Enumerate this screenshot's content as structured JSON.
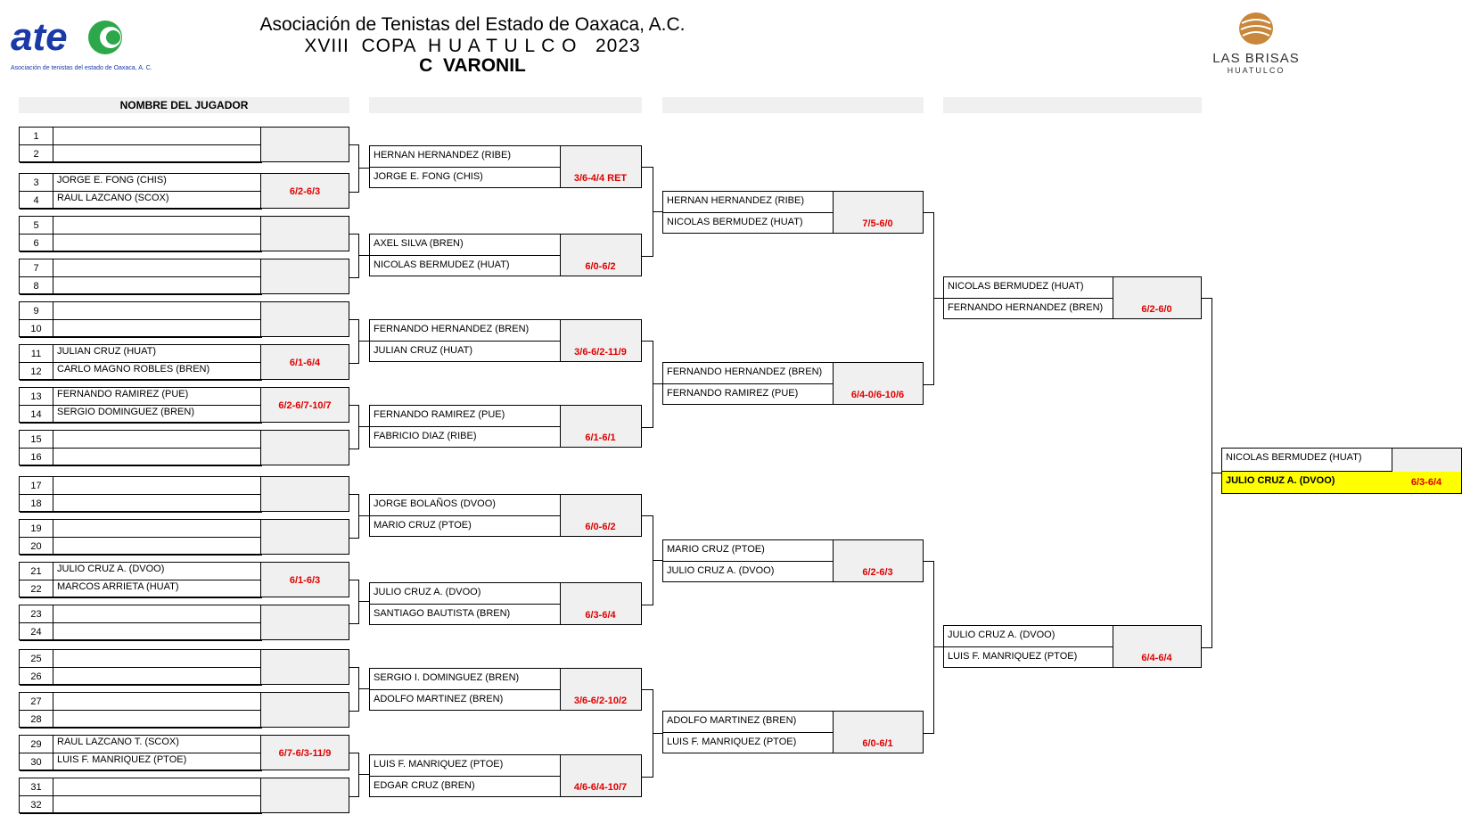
{
  "header": {
    "association": "Asociación de Tenistas del Estado de Oaxaca, A.C.",
    "tournament": "XVIII  COPA  H U A T U L C O   2023",
    "category": "C  VARONIL",
    "column_header": "NOMBRE DEL JUGADOR"
  },
  "logos": {
    "atec_text": "atec",
    "atec_sub": "Asociación de tenistas del estado de Oaxaca, A. C.",
    "brisas_text": "LAS BRISAS",
    "brisas_sub": "HUATULCO"
  },
  "round1": [
    {
      "slots": [
        "1",
        "2"
      ],
      "players": [
        "",
        ""
      ],
      "score": ""
    },
    {
      "slots": [
        "3",
        "4"
      ],
      "players": [
        "JORGE E. FONG (CHIS)",
        "RAUL LAZCANO  (SCOX)"
      ],
      "score": "6/2-6/3"
    },
    {
      "slots": [
        "5",
        "6"
      ],
      "players": [
        "",
        ""
      ],
      "score": ""
    },
    {
      "slots": [
        "7",
        "8"
      ],
      "players": [
        "",
        ""
      ],
      "score": ""
    },
    {
      "slots": [
        "9",
        "10"
      ],
      "players": [
        "",
        ""
      ],
      "score": ""
    },
    {
      "slots": [
        "11",
        "12"
      ],
      "players": [
        "JULIAN CRUZ (HUAT)",
        "CARLO MAGNO ROBLES (BREN)"
      ],
      "score": "6/1-6/4"
    },
    {
      "slots": [
        "13",
        "14"
      ],
      "players": [
        "FERNANDO RAMIREZ (PUE)",
        "SERGIO DOMINGUEZ (BREN)"
      ],
      "score": "6/2-6/7-10/7"
    },
    {
      "slots": [
        "15",
        "16"
      ],
      "players": [
        "",
        ""
      ],
      "score": ""
    },
    {
      "slots": [
        "17",
        "18"
      ],
      "players": [
        "",
        ""
      ],
      "score": ""
    },
    {
      "slots": [
        "19",
        "20"
      ],
      "players": [
        "",
        ""
      ],
      "score": ""
    },
    {
      "slots": [
        "21",
        "22"
      ],
      "players": [
        "JULIO CRUZ A. (DVOO)",
        "MARCOS ARRIETA (HUAT)"
      ],
      "score": "6/1-6/3"
    },
    {
      "slots": [
        "23",
        "24"
      ],
      "players": [
        "",
        ""
      ],
      "score": ""
    },
    {
      "slots": [
        "25",
        "26"
      ],
      "players": [
        "",
        ""
      ],
      "score": ""
    },
    {
      "slots": [
        "27",
        "28"
      ],
      "players": [
        "",
        ""
      ],
      "score": ""
    },
    {
      "slots": [
        "29",
        "30"
      ],
      "players": [
        "RAUL LAZCANO T. (SCOX)",
        "LUIS F. MANRIQUEZ (PTOE)"
      ],
      "score": "6/7-6/3-11/9"
    },
    {
      "slots": [
        "31",
        "32"
      ],
      "players": [
        "",
        ""
      ],
      "score": ""
    }
  ],
  "round2": [
    {
      "players": [
        "HERNAN HERNANDEZ (RIBE)",
        "JORGE E. FONG (CHIS)"
      ],
      "score": "3/6-4/4 RET"
    },
    {
      "players": [
        "AXEL SILVA (BREN)",
        "NICOLAS BERMUDEZ (HUAT)"
      ],
      "score": "6/0-6/2"
    },
    {
      "players": [
        "FERNANDO HERNANDEZ (BREN)",
        "JULIAN CRUZ (HUAT)"
      ],
      "score": "3/6-6/2-11/9"
    },
    {
      "players": [
        "FERNANDO RAMIREZ (PUE)",
        "FABRICIO DIAZ (RIBE)"
      ],
      "score": "6/1-6/1"
    },
    {
      "players": [
        "JORGE BOLAÑOS (DVOO)",
        "MARIO CRUZ  (PTOE)"
      ],
      "score": "6/0-6/2"
    },
    {
      "players": [
        "JULIO CRUZ A. (DVOO)",
        "SANTIAGO BAUTISTA (BREN)"
      ],
      "score": "6/3-6/4"
    },
    {
      "players": [
        "SERGIO I. DOMINGUEZ (BREN)",
        "ADOLFO MARTINEZ (BREN)"
      ],
      "score": "3/6-6/2-10/2"
    },
    {
      "players": [
        "LUIS F. MANRIQUEZ (PTOE)",
        "EDGAR CRUZ (BREN)"
      ],
      "score": "4/6-6/4-10/7"
    }
  ],
  "round3": [
    {
      "players": [
        "HERNAN HERNANDEZ (RIBE)",
        "NICOLAS BERMUDEZ (HUAT)"
      ],
      "score": "7/5-6/0"
    },
    {
      "players": [
        "FERNANDO HERNANDEZ (BREN)",
        "FERNANDO RAMIREZ (PUE)"
      ],
      "score": "6/4-0/6-10/6"
    },
    {
      "players": [
        "MARIO CRUZ  (PTOE)",
        "JULIO CRUZ A. (DVOO)"
      ],
      "score": "6/2-6/3"
    },
    {
      "players": [
        "ADOLFO MARTINEZ (BREN)",
        "LUIS F. MANRIQUEZ (PTOE)"
      ],
      "score": "6/0-6/1"
    }
  ],
  "round4": [
    {
      "players": [
        "NICOLAS BERMUDEZ (HUAT)",
        "FERNANDO HERNANDEZ (BREN)"
      ],
      "score": "6/2-6/0"
    },
    {
      "players": [
        "JULIO CRUZ A. (DVOO)",
        "LUIS F. MANRIQUEZ (PTOE)"
      ],
      "score": "6/4-6/4"
    }
  ],
  "final": {
    "players": [
      "NICOLAS BERMUDEZ (HUAT)",
      "JULIO CRUZ A. (DVOO)"
    ],
    "score": "6/3-6/4",
    "highlight_color": "#ffff00"
  },
  "colors": {
    "score": "#e00000",
    "cell": "#f0f0f0",
    "brisas": "#c8873a",
    "atec_blue": "#1a3aa8",
    "atec_green": "#2ca84a"
  }
}
